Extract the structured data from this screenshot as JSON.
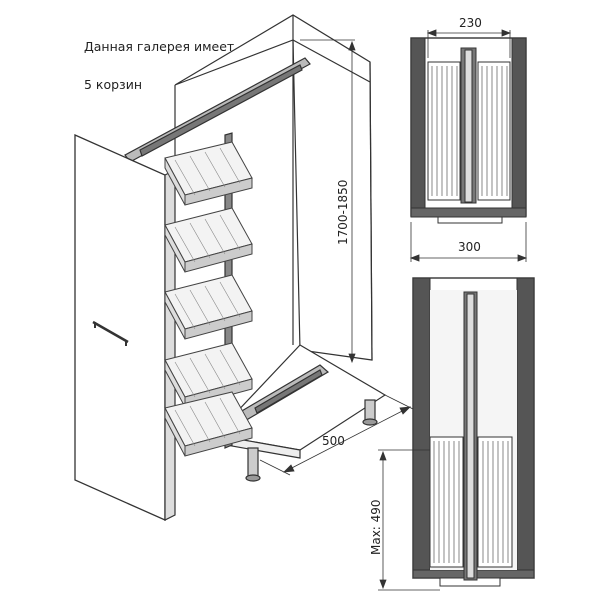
{
  "caption": {
    "line1": "Данная галерея имеет",
    "line2": "5 корзин"
  },
  "dimensions": {
    "height_range": "1700-1850",
    "depth": "500",
    "basket_width": "230",
    "cabinet_width": "300",
    "max_extension": "Max: 490"
  },
  "colors": {
    "line": "#333333",
    "dark_frame": "#4a4a4a",
    "panel_fill": "#9a9a9a",
    "basket": "#555555"
  }
}
